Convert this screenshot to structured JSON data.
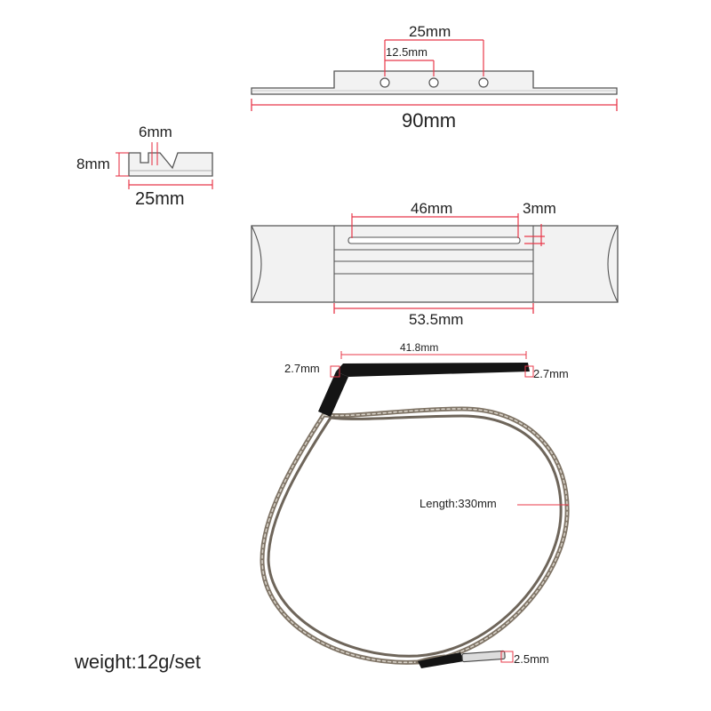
{
  "colors": {
    "dimension_line": "#e8384a",
    "part_fill": "#f2f2f2",
    "part_edge": "#555555",
    "cable_braid": "#7f7466",
    "cable_sleeve": "#141414",
    "text": "#222222"
  },
  "saddle_side_view": {
    "hole_spacing_label": "25mm",
    "hole_half_spacing_label": "12.5mm",
    "total_length_label": "90mm"
  },
  "saddle_end_view": {
    "slot_width_label": "6mm",
    "height_label": "8mm",
    "width_label": "25mm"
  },
  "saddle_top_view": {
    "slot_length_label": "46mm",
    "slot_width_label": "3mm",
    "bridge_width_label": "53.5mm"
  },
  "pickup": {
    "element_length_label": "41.8mm",
    "left_thickness_label": "2.7mm",
    "right_thickness_label": "2.7mm",
    "cable_length_label": "Length:330mm",
    "plug_diameter_label": "2.5mm"
  },
  "weight_label": "weight:12g/set"
}
